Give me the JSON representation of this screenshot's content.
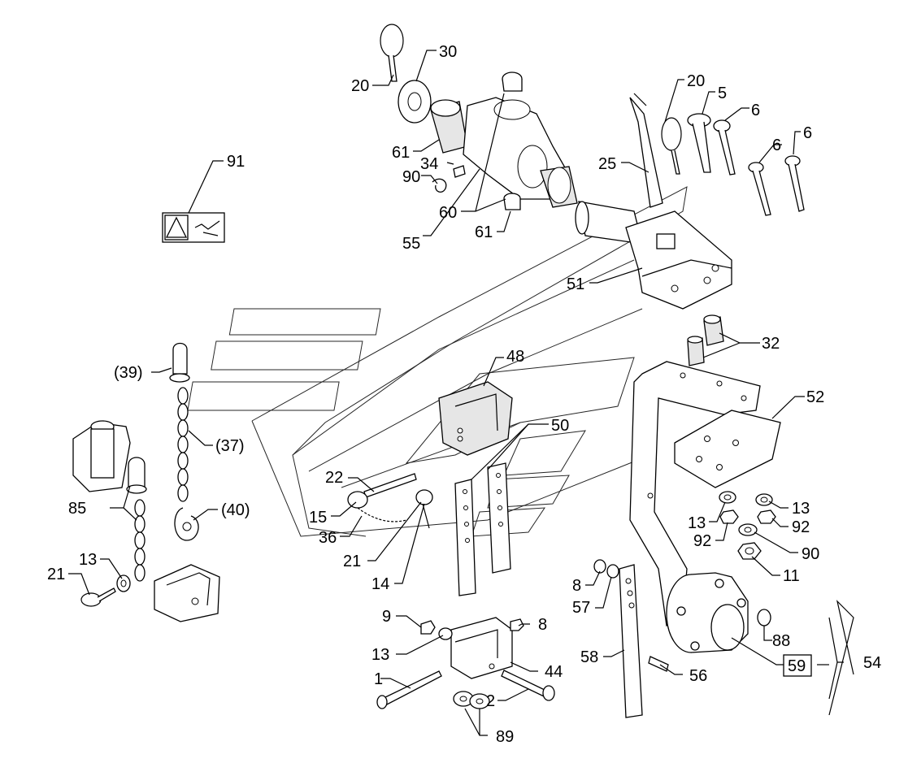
{
  "callouts": [
    {
      "id": "c20a",
      "text": "20"
    },
    {
      "id": "c30",
      "text": "30"
    },
    {
      "id": "c20b",
      "text": "20"
    },
    {
      "id": "c5",
      "text": "5"
    },
    {
      "id": "c6a",
      "text": "6"
    },
    {
      "id": "c6b",
      "text": "6"
    },
    {
      "id": "c6c",
      "text": "6"
    },
    {
      "id": "c91",
      "text": "91"
    },
    {
      "id": "c61a",
      "text": "61"
    },
    {
      "id": "c34",
      "text": "34"
    },
    {
      "id": "c90a",
      "text": "90"
    },
    {
      "id": "c25",
      "text": "25"
    },
    {
      "id": "c60",
      "text": "60"
    },
    {
      "id": "c61b",
      "text": "61"
    },
    {
      "id": "c55",
      "text": "55"
    },
    {
      "id": "c51",
      "text": "51"
    },
    {
      "id": "c32",
      "text": "32"
    },
    {
      "id": "c48",
      "text": "48"
    },
    {
      "id": "c39",
      "text": "(39)"
    },
    {
      "id": "c52",
      "text": "52"
    },
    {
      "id": "c50",
      "text": "50"
    },
    {
      "id": "c37",
      "text": "(37)"
    },
    {
      "id": "c22",
      "text": "22"
    },
    {
      "id": "c85",
      "text": "85"
    },
    {
      "id": "c40",
      "text": "(40)"
    },
    {
      "id": "c15",
      "text": "15"
    },
    {
      "id": "c36",
      "text": "36"
    },
    {
      "id": "c13a",
      "text": "13"
    },
    {
      "id": "c13b",
      "text": "13"
    },
    {
      "id": "c92a",
      "text": "92"
    },
    {
      "id": "c92b",
      "text": "92"
    },
    {
      "id": "c90b",
      "text": "90"
    },
    {
      "id": "c13c",
      "text": "13"
    },
    {
      "id": "c21a",
      "text": "21"
    },
    {
      "id": "c21b",
      "text": "21"
    },
    {
      "id": "c14",
      "text": "14"
    },
    {
      "id": "c11",
      "text": "11"
    },
    {
      "id": "c8a",
      "text": "8"
    },
    {
      "id": "c57",
      "text": "57"
    },
    {
      "id": "c9",
      "text": "9"
    },
    {
      "id": "c8b",
      "text": "8"
    },
    {
      "id": "c88",
      "text": "88"
    },
    {
      "id": "c13d",
      "text": "13"
    },
    {
      "id": "c58",
      "text": "58"
    },
    {
      "id": "c54",
      "text": "54"
    },
    {
      "id": "c59",
      "text": "59"
    },
    {
      "id": "c1",
      "text": "1"
    },
    {
      "id": "c44",
      "text": "44"
    },
    {
      "id": "c56",
      "text": "56"
    },
    {
      "id": "c2",
      "text": "2"
    },
    {
      "id": "c89",
      "text": "89"
    }
  ]
}
